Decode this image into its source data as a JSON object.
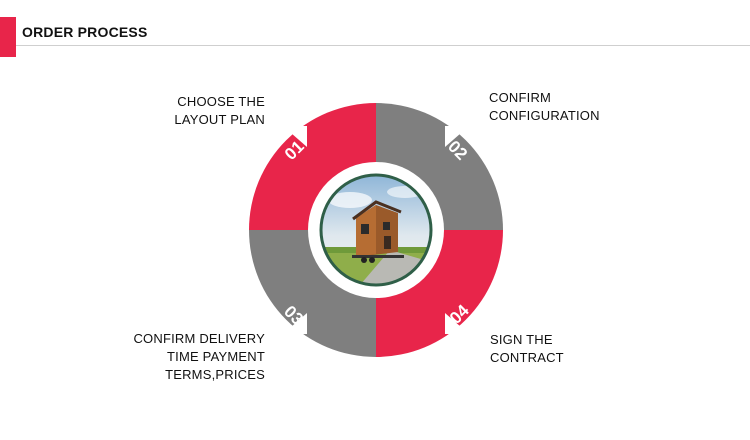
{
  "header": {
    "title": "ORDER PROCESS"
  },
  "colors": {
    "accent": "#e8254a",
    "segment_gray": "#7f7f7f",
    "ring_white": "#ffffff"
  },
  "steps": [
    {
      "number": "01",
      "lines": [
        "CHOOSE THE",
        "LAYOUT PLAN"
      ],
      "color": "#e8254a"
    },
    {
      "number": "02",
      "lines": [
        "CONFIRM",
        "CONFIGURATION"
      ],
      "color": "#7f7f7f"
    },
    {
      "number": "03",
      "lines": [
        "CONFIRM DELIVERY",
        "TIME PAYMENT",
        "TERMS,PRICES"
      ],
      "color": "#7f7f7f"
    },
    {
      "number": "04",
      "lines": [
        "SIGN THE",
        "CONTRACT"
      ],
      "color": "#e8254a"
    }
  ],
  "center_image": {
    "subject": "tiny-house-photo"
  }
}
